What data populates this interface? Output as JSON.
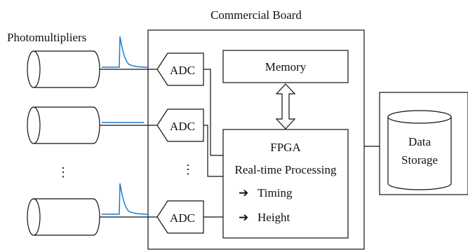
{
  "board_title": "Commercial Board",
  "photomultipliers_label": "Photomultipliers",
  "adc_label": "ADC",
  "memory_label": "Memory",
  "fpga": {
    "title": "FPGA",
    "subtitle": "Real-time Processing",
    "outputs": [
      {
        "arrow": "➔",
        "label": "Timing"
      },
      {
        "arrow": "➔",
        "label": "Height"
      }
    ]
  },
  "storage_label_lines": [
    "Data",
    "Storage"
  ],
  "ellipsis": "⋮",
  "colors": {
    "pulse": "#1f77d4",
    "line": "#111111",
    "background": "#ffffff"
  }
}
